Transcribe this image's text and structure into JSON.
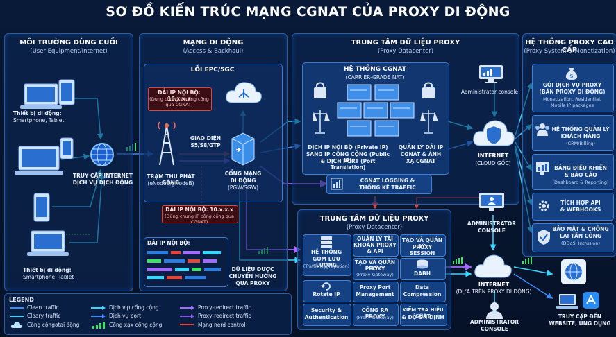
{
  "title": "SƠ ĐỒ KIẾN TRÚC MẠNG CGNAT CỦA PROXY DI ĐỘNG",
  "colors": {
    "background": "#07152e",
    "accent_blue": "#3b8cff",
    "cyan": "#38d6ff",
    "green": "#3ee06a",
    "purple": "#a26bff",
    "red": "#e0463c"
  },
  "sections": {
    "user_equipment": {
      "title": "MÔI TRƯỜNG DÙNG CUỐI",
      "subtitle": "(User Equipment/Internet)"
    },
    "mobile_network": {
      "title": "MẠNG DI ĐỘNG",
      "subtitle": "(Access & Backhaul)"
    },
    "dc_top": {
      "title": "TRUNG TÂM DỮ LIỆU PROXY",
      "subtitle": "(Proxy Datacenter)"
    },
    "proxy_system": {
      "title": "HỆ THỐNG PROXY CAO CẤP",
      "subtitle": "(Proxy System & Monetization)"
    },
    "dc_bottom": {
      "title": "TRUNG TÂM DỮ LIỆU PROXY",
      "subtitle": "(Proxy Datacenter)"
    }
  },
  "user_env": {
    "device_top": "Thiết bị di động:",
    "device_top_sub": "Smartphone, Tablet",
    "device_bottom": "Thiết bị di động:",
    "device_bottom_sub": "Smartphone, Tablet",
    "internet_access_1": "TRUY CẬP INTERNET",
    "internet_access_2": "DỊCH VỤ DỊCH ĐỘNG"
  },
  "mobile": {
    "core_title": "LỖI EPC/5GC",
    "ip_box_top_title": "DẢI IP NỘI BỘ: 10.x.x.x",
    "ip_box_top_sub": "(Dùng chung IP công cộng qua CGNAT)",
    "interface_1": "GIAO DIỆN",
    "interface_2": "S5/S8/GTP",
    "bts_1": "TRẠM THU PHÁT SÓNG",
    "bts_2": "(eNodeB/gNodeB)",
    "gw_1": "CỔNG MẠNG",
    "gw_2": "DI ĐỘNG",
    "gw_3": "(PGW/SGW)",
    "ip_box_mid_title": "DẢI IP NỘI BỘ: 10.x.x.x",
    "ip_box_mid_sub": "(Dùng chung IP công cộng qua CGNAT)",
    "ip_panel_title": "DẢI IP NỘI BỘ:",
    "redirect_1": "DỮ LIỆU ĐƯỢC",
    "redirect_2": "CHUYỂN HƯỚNG",
    "redirect_3": "QUA PROXY"
  },
  "cgnat": {
    "title": "HỆ THỐNG CGNAT",
    "subtitle": "(CARRIER-GRADE NAT)",
    "left_1": "DỊCH IP NỘI BỘ (Private IP)",
    "left_2": "SANG IP CÔNG CỘNG (Public IP)",
    "left_3": "& DỊCH PORT (Port Translation)",
    "right_1": "QUẢN LÝ DẢI IP",
    "right_2": "CGNAT & ÁNH",
    "right_3": "XẠ CGNAT",
    "logging_1": "CGNAT LOGGING &",
    "logging_2": "THỐNG KÊ TRAFFIC",
    "admin_label": "Administrator console",
    "internet_title": "INTERNET",
    "internet_sub": "(CLOUD GỐC)"
  },
  "proxy_system": {
    "items": [
      {
        "title": "GÓI DỊCH VỤ PROXY",
        "title2": "(BÁN PROXY DI ĐỘNG)",
        "sub": "Monetization, Residential,",
        "sub2": "Mobile IP packages"
      },
      {
        "title": "HỆ THỐNG QUẢN LÝ",
        "title2": "KHÁCH HÀNG",
        "sub": "(CRM/Billing)",
        "sub2": ""
      },
      {
        "title": "BẢNG ĐIỀU KHIỂN",
        "title2": "& BÁO CÁO",
        "sub": "(Dashboard & Reporting)",
        "sub2": ""
      },
      {
        "title": "TÍCH HỢP API",
        "title2": "& WEBHOOKS",
        "sub": "",
        "sub2": ""
      },
      {
        "title": "BẢO MẬT & CHỐNG",
        "title2": "LẠI TẤN CÔNG",
        "sub": "(DDoS, Intrusion)",
        "sub2": ""
      }
    ],
    "admin_1": "ADMINISTRATOR",
    "admin_2": "CONSOLE",
    "access_1": "TRUY CẬP ĐẾN",
    "access_2": "WEBSITE, ỨNG DỤNG"
  },
  "dc_bottom": {
    "aggregation_1": "HỆ THỐNG",
    "aggregation_2": "GOM LƯU LƯỢNG",
    "aggregation_3": "(Traffic Aggregation)",
    "tiles": [
      {
        "l1": "QUẢN LÝ TÀI",
        "l2": "KHOẢN PROXY",
        "l3": "& API"
      },
      {
        "l1": "TẠO VÀ QUẢN LÝ",
        "l2": "PROXY SESSION",
        "l3": ""
      },
      {
        "l1": "TẠO VÀ QUẢN LÝ",
        "l2": "PROXY",
        "l3": "(Proxy Gateway)"
      },
      {
        "l1": "DABH",
        "l2": "",
        "l3": ""
      },
      {
        "l1": "Rotate IP",
        "l2": "",
        "l3": ""
      },
      {
        "l1": "Proxy Port",
        "l2": "Management",
        "l3": ""
      },
      {
        "l1": "Data",
        "l2": "Compression",
        "l3": ""
      },
      {
        "l1": "Security &",
        "l2": "Authentication",
        "l3": ""
      },
      {
        "l1": "CỔNG RA PROXY",
        "l2": "(Proxy Gateway)",
        "l3": ""
      },
      {
        "l1": "KIỂM TRA HIỆU SUẤT",
        "l2": "& ĐỘ ỔN ĐỊNH",
        "l3": ""
      }
    ],
    "internet_title": "INTERNET",
    "internet_sub": "(DỰA TRÊN PROXY DI ĐỘNG)",
    "admin_1": "ADMINISTRATOR",
    "admin_2": "CONSOLE"
  },
  "legend": {
    "title": "LEGEND",
    "items": [
      "Clean traffic",
      "Cloary traffic",
      "Công cộngotai động",
      "Dịch vịp cổng cộng",
      "Dịch vụ port",
      "Cổng xạx cổng cộng",
      "Proxy-redirect traffic",
      "Proxy-redirect traffic",
      "Mạng nerd control"
    ]
  }
}
